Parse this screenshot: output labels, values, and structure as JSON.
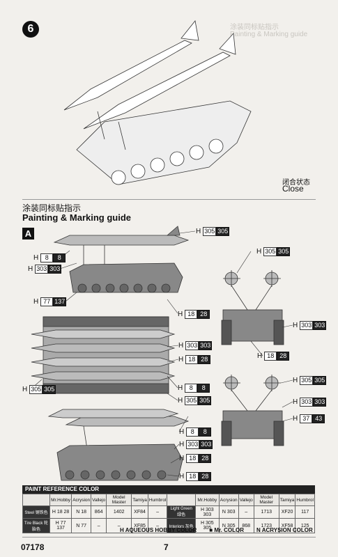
{
  "step": {
    "number": "6",
    "close_cn": "闭合状态",
    "close_en": "Close"
  },
  "ghost_text": {
    "cn": "涂装同标贴指示",
    "en": "Painting & Marking guide"
  },
  "section": {
    "title_cn": "涂装同标贴指示",
    "title_en": "Painting & Marking guide",
    "letter": "A"
  },
  "callouts": [
    {
      "id": "c1",
      "h": "H",
      "a": "305",
      "b": "305"
    },
    {
      "id": "c2",
      "h": "H",
      "a": "8",
      "b": "8"
    },
    {
      "id": "c3",
      "h": "H",
      "a": "303",
      "b": "303"
    },
    {
      "id": "c4",
      "h": "H",
      "a": "77",
      "b": "137"
    },
    {
      "id": "c5",
      "h": "H",
      "a": "18",
      "b": "28"
    },
    {
      "id": "c6",
      "h": "H",
      "a": "305",
      "b": "305"
    },
    {
      "id": "c7",
      "h": "H",
      "a": "303",
      "b": "303"
    },
    {
      "id": "c8",
      "h": "H",
      "a": "18",
      "b": "28"
    },
    {
      "id": "c9",
      "h": "H",
      "a": "303",
      "b": "303"
    },
    {
      "id": "c10",
      "h": "H",
      "a": "18",
      "b": "28"
    },
    {
      "id": "c11",
      "h": "H",
      "a": "305",
      "b": "305"
    },
    {
      "id": "c12",
      "h": "H",
      "a": "8",
      "b": "8"
    },
    {
      "id": "c13",
      "h": "H",
      "a": "305",
      "b": "305"
    },
    {
      "id": "c14",
      "h": "H",
      "a": "305",
      "b": "305"
    },
    {
      "id": "c15",
      "h": "H",
      "a": "303",
      "b": "303"
    },
    {
      "id": "c16",
      "h": "H",
      "a": "37",
      "b": "43"
    },
    {
      "id": "c17",
      "h": "H",
      "a": "8",
      "b": "8"
    },
    {
      "id": "c18",
      "h": "H",
      "a": "303",
      "b": "303"
    },
    {
      "id": "c19",
      "h": "H",
      "a": "18",
      "b": "28"
    },
    {
      "id": "c20",
      "h": "H",
      "a": "18",
      "b": "28"
    }
  ],
  "paint_table": {
    "title": "PAINT  REFERENCE COLOR",
    "headers": [
      "",
      "Mr.Hobby",
      "Acrysion",
      "Vallejo",
      "Model Master",
      "Tamiya",
      "Humbrol",
      "",
      "Mr.Hobby",
      "Acrysion",
      "Vallejo",
      "Model Master",
      "Tamiya",
      "Humbrol"
    ],
    "rows": [
      [
        "Steel 钢铁色",
        "H 18 28",
        "N 18",
        "864",
        "1402",
        "XF84",
        "–",
        "Light Green 绿色",
        "H 303 303",
        "N 303",
        "–",
        "1713",
        "XF20",
        "117"
      ],
      [
        "Tire Black 轮胎色",
        "H 77 137",
        "N 77",
        "–",
        "–",
        "XF85",
        "–",
        "Interiors 灰色",
        "H 305 305",
        "N 305",
        "868",
        "1723",
        "XF58",
        "125"
      ]
    ]
  },
  "legend": [
    {
      "mark": "H",
      "label": "AQUEOUS HOBBY COLOR"
    },
    {
      "mark": "■",
      "label": "Mr. COLOR"
    },
    {
      "mark": "N",
      "label": "ACRYSION COLOR"
    }
  ],
  "footer": {
    "kit_number": "07178",
    "page": "7"
  }
}
